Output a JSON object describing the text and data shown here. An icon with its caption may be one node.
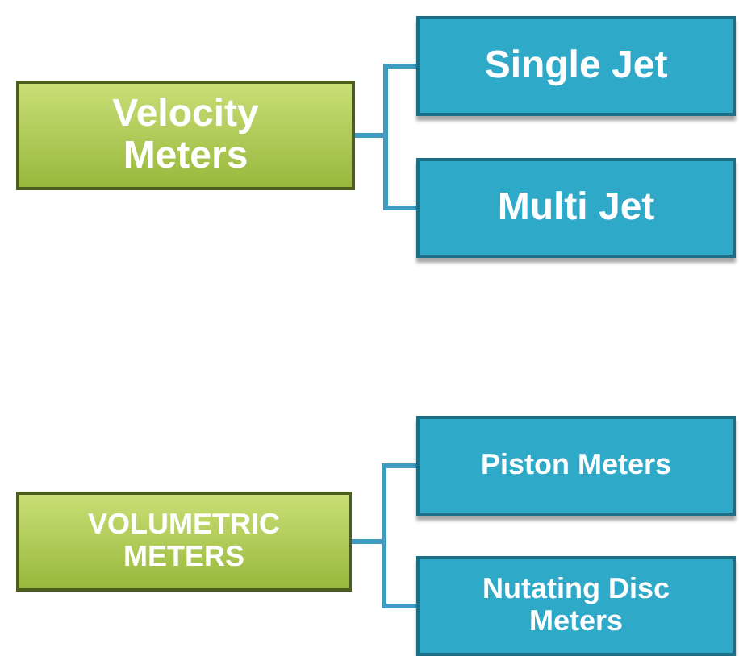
{
  "diagram": {
    "nodes": [
      {
        "text": [
          "Velocity Meters"
        ]
      },
      {
        "text": [
          "Single Jet"
        ]
      },
      {
        "text": [
          "Multi Jet"
        ]
      },
      {
        "text": [
          "VOLUMETRIC METERS"
        ]
      },
      {
        "text": [
          "Piston Meters"
        ]
      },
      {
        "text": [
          "Nutating Disc Meters"
        ]
      }
    ],
    "edges": [
      {
        "from": 0,
        "to": 1,
        "arrow": "none"
      },
      {
        "from": 0,
        "to": 2,
        "arrow": "none"
      },
      {
        "from": 3,
        "to": 4,
        "arrow": "none"
      },
      {
        "from": 3,
        "to": 5,
        "arrow": "none"
      }
    ]
  }
}
